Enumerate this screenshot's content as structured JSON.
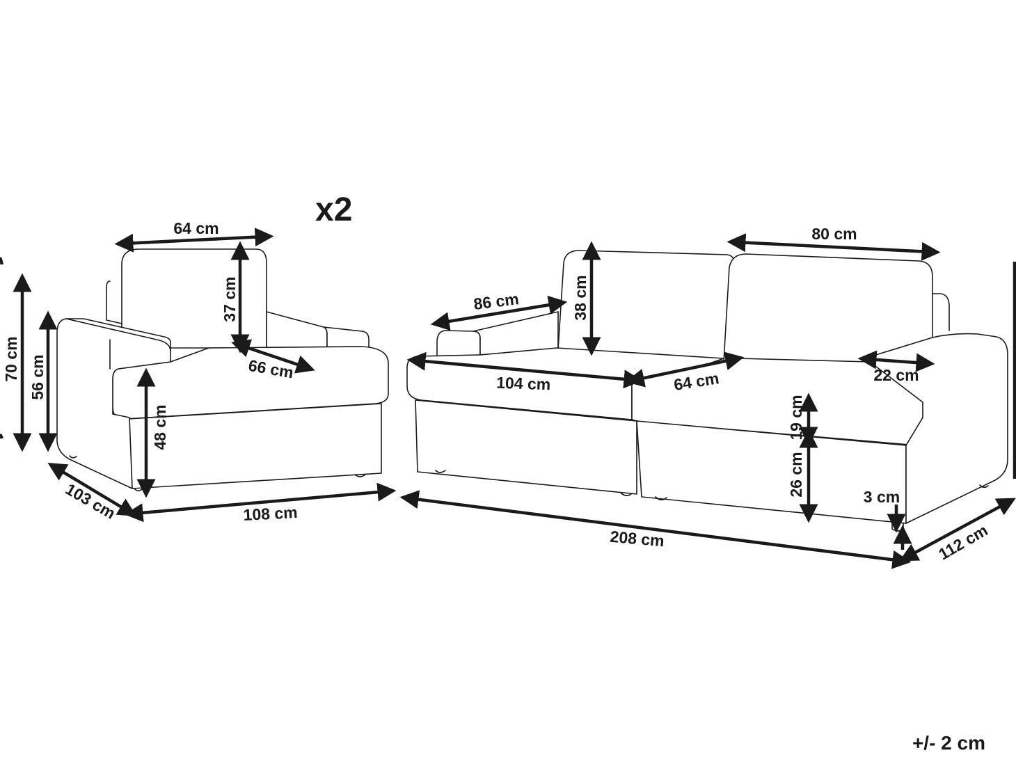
{
  "quantity_label": "x2",
  "tolerance": "+/- 2 cm",
  "armchair": {
    "width": "108 cm",
    "depth": "103 cm",
    "total_height": "70 cm",
    "arm_height": "56 cm",
    "seat_height": "48 cm",
    "backrest_width": "64 cm",
    "backrest_height": "37 cm",
    "seat_depth": "66 cm"
  },
  "sofa": {
    "width": "208 cm",
    "depth": "112 cm",
    "arm_length": "86 cm",
    "backrest_height": "38 cm",
    "backrest_width": "80 cm",
    "seat_width": "104 cm",
    "seat_depth": "64 cm",
    "arm_width": "22 cm",
    "cushion_height": "19 cm",
    "base_height": "26 cm",
    "leg_height": "3 cm"
  }
}
